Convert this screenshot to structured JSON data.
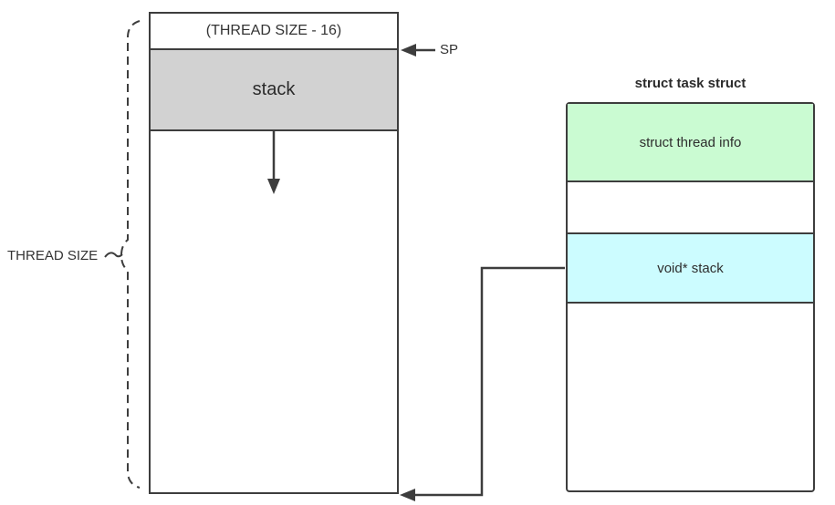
{
  "left_stack": {
    "top_label": "(THREAD SIZE - 16)",
    "stack_label": "stack",
    "sp_label": "SP",
    "brace_label": "THREAD SIZE"
  },
  "task_struct": {
    "title": "struct task struct",
    "cells": [
      {
        "label": "struct thread info",
        "fill": "#cafbd2"
      },
      {
        "label": ""
      },
      {
        "label": "void* stack",
        "fill": "#ccfcff"
      },
      {
        "label": ""
      }
    ]
  },
  "colors": {
    "outline": "#3d3d3d",
    "stack_fill": "#d2d2d2",
    "thread_info_fill": "#cafbd2",
    "void_stack_fill": "#ccfcff",
    "background": "#ffffff"
  },
  "icons": {
    "sp_arrow": "arrow-left",
    "stack_growth_arrow": "arrow-down",
    "void_stack_pointer_arrow": "arrow-left",
    "thread_size_brace": "dashed-curly-brace"
  }
}
